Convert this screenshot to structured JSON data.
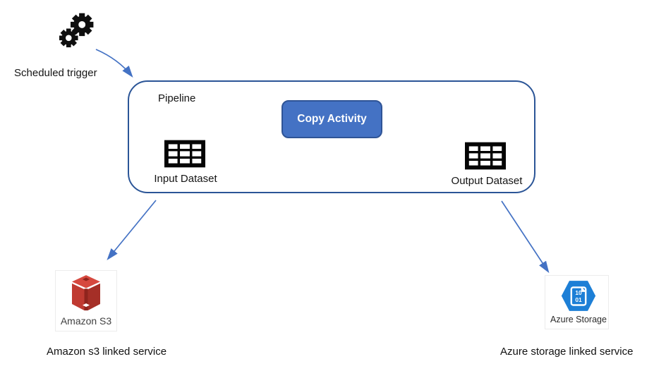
{
  "diagram": {
    "trigger": {
      "label": "Scheduled trigger"
    },
    "pipeline": {
      "label": "Pipeline",
      "copy_activity": {
        "label": "Copy Activity"
      },
      "input_dataset": {
        "label": "Input Dataset"
      },
      "output_dataset": {
        "label": "Output Dataset"
      }
    },
    "amazon": {
      "icon_label": "Amazon S3",
      "caption": "Amazon s3 linked service"
    },
    "azure": {
      "icon_label": "Azure Storage",
      "caption": "Azure storage linked service",
      "digit_top": "10",
      "digit_bottom": "01"
    },
    "colors": {
      "arrow": "#4472c4",
      "pipeline_border": "#2b5597",
      "activity_fill": "#4472c4",
      "activity_border": "#2f5496",
      "gear_black": "#0f0f0f",
      "s3_red_top": "#d6493f",
      "s3_red_left": "#c03a31",
      "s3_red_right": "#a52f27",
      "s3_red_stripe": "#8f241d",
      "azure_blue": "#1d7fd6"
    }
  }
}
